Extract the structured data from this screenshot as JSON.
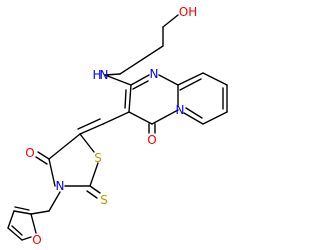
{
  "colors": {
    "carbon_bond": "#000000",
    "nitrogen": "#0000ff",
    "oxygen": "#ff0000",
    "sulfur": "#b59a00",
    "background": "#ffffff"
  },
  "atoms": {
    "hydroxyl": "OH",
    "amine_nh": "N",
    "amine_h": "H",
    "pyrimidine_n_top": "N",
    "pyrimidine_n_bridge": "N",
    "carbonyl_o_right": "O",
    "carbonyl_o_left": "O",
    "ring_s": "S",
    "thioxo_s": "S",
    "thiazolidine_n": "N",
    "furan_o": "O"
  }
}
